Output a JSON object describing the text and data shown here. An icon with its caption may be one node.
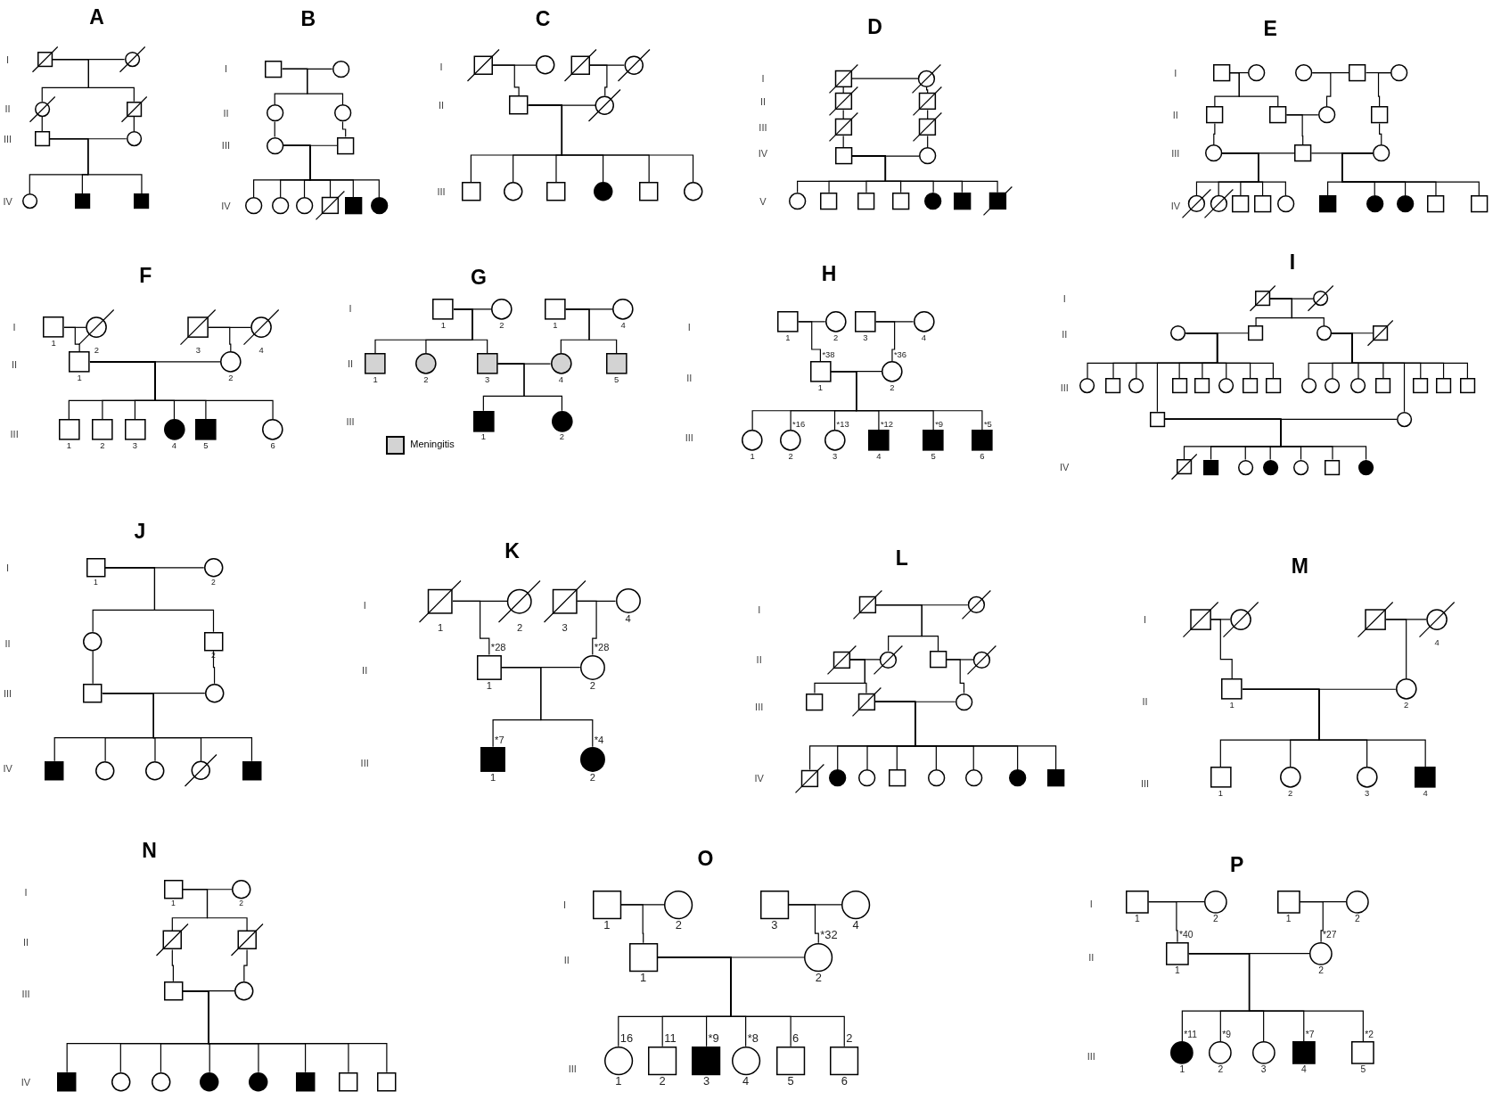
{
  "diagram": {
    "nodes": [
      {
        "text": [],
        "shape": "crossed-box"
      },
      {
        "text": [],
        "shape": "crossed-circle"
      },
      {
        "text": [],
        "shape": "crossed-circle"
      },
      {
        "text": [],
        "shape": "crossed-box"
      },
      {
        "text": [],
        "shape": "box"
      },
      {
        "text": [],
        "shape": "circle"
      },
      {
        "text": [],
        "shape": "circle"
      },
      {
        "text": [],
        "shape": "filled-box"
      },
      {
        "text": [],
        "shape": "filled-box"
      },
      {
        "text": [],
        "shape": "box"
      },
      {
        "text": [],
        "shape": "circle"
      },
      {
        "text": [],
        "shape": "circle"
      },
      {
        "text": [],
        "shape": "circle"
      },
      {
        "text": [],
        "shape": "circle"
      },
      {
        "text": [],
        "shape": "box"
      },
      {
        "text": [],
        "shape": "circle"
      },
      {
        "text": [],
        "shape": "circle"
      },
      {
        "text": [],
        "shape": "circle"
      },
      {
        "text": [],
        "shape": "crossed-box"
      },
      {
        "text": [],
        "shape": "filled-box"
      },
      {
        "text": [],
        "shape": "filled-circle"
      },
      {
        "text": [],
        "shape": "crossed-box"
      },
      {
        "text": [],
        "shape": "circle"
      },
      {
        "text": [],
        "shape": "crossed-box"
      },
      {
        "text": [],
        "shape": "crossed-circle"
      },
      {
        "text": [],
        "shape": "box"
      },
      {
        "text": [],
        "shape": "crossed-circle"
      },
      {
        "text": [],
        "shape": "box"
      },
      {
        "text": [],
        "shape": "circle"
      },
      {
        "text": [],
        "shape": "box"
      },
      {
        "text": [],
        "shape": "filled-circle"
      },
      {
        "text": [],
        "shape": "box"
      },
      {
        "text": [],
        "shape": "circle"
      },
      {
        "text": [],
        "shape": "crossed-box"
      },
      {
        "text": [],
        "shape": "crossed-circle"
      },
      {
        "text": [],
        "shape": "crossed-box"
      },
      {
        "text": [],
        "shape": "crossed-box"
      },
      {
        "text": [],
        "shape": "box"
      },
      {
        "text": [],
        "shape": "crossed-box"
      },
      {
        "text": [],
        "shape": "crossed-box"
      },
      {
        "text": [],
        "shape": "circle"
      },
      {
        "text": [],
        "shape": "circle"
      },
      {
        "text": [],
        "shape": "box"
      },
      {
        "text": [],
        "shape": "box"
      },
      {
        "text": [],
        "shape": "box"
      },
      {
        "text": [],
        "shape": "filled-circle"
      },
      {
        "text": [],
        "shape": "filled-box"
      },
      {
        "text": [],
        "shape": "filled-crossed-box"
      },
      {
        "text": [],
        "shape": "box"
      },
      {
        "text": [],
        "shape": "circle"
      },
      {
        "text": [],
        "shape": "circle"
      },
      {
        "text": [],
        "shape": "box"
      },
      {
        "text": [],
        "shape": "circle"
      },
      {
        "text": [],
        "shape": "box"
      },
      {
        "text": [],
        "shape": "box"
      },
      {
        "text": [],
        "shape": "circle"
      },
      {
        "text": [],
        "shape": "box"
      },
      {
        "text": [],
        "shape": "circle"
      },
      {
        "text": [],
        "shape": "box"
      },
      {
        "text": [],
        "shape": "circle"
      },
      {
        "text": [],
        "shape": "crossed-circle"
      },
      {
        "text": [],
        "shape": "crossed-circle"
      },
      {
        "text": [],
        "shape": "box"
      },
      {
        "text": [],
        "shape": "box"
      },
      {
        "text": [],
        "shape": "circle"
      },
      {
        "text": [],
        "shape": "filled-box"
      },
      {
        "text": [],
        "shape": "filled-circle"
      },
      {
        "text": [],
        "shape": "filled-circle"
      },
      {
        "text": [],
        "shape": "box"
      },
      {
        "text": [],
        "shape": "box"
      },
      {
        "text": [],
        "shape": "box",
        "beside": [
          "1"
        ]
      },
      {
        "text": [],
        "shape": "crossed-circle",
        "beside": [
          "2"
        ]
      },
      {
        "text": [],
        "shape": "crossed-box",
        "beside": [
          "3"
        ]
      },
      {
        "text": [],
        "shape": "crossed-circle",
        "beside": [
          "4"
        ]
      },
      {
        "text": [],
        "shape": "box",
        "beside": [
          "1"
        ]
      },
      {
        "text": [],
        "shape": "circle",
        "beside": [
          "2"
        ]
      },
      {
        "text": [],
        "shape": "box",
        "beside": [
          "1"
        ]
      },
      {
        "text": [],
        "shape": "box",
        "beside": [
          "2"
        ]
      },
      {
        "text": [],
        "shape": "box",
        "beside": [
          "3"
        ]
      },
      {
        "text": [],
        "shape": "filled-circle",
        "beside": [
          "4"
        ]
      },
      {
        "text": [],
        "shape": "filled-box",
        "beside": [
          "5"
        ]
      },
      {
        "text": [],
        "shape": "circle",
        "beside": [
          "6"
        ]
      },
      {
        "text": [],
        "shape": "box",
        "beside": [
          "1"
        ]
      },
      {
        "text": [],
        "shape": "circle",
        "beside": [
          "2"
        ]
      },
      {
        "text": [],
        "shape": "box",
        "beside": [
          "1"
        ]
      },
      {
        "text": [],
        "shape": "circle",
        "beside": [
          "4"
        ]
      },
      {
        "text": [],
        "shape": "shaded-box",
        "beside": [
          "1"
        ]
      },
      {
        "text": [],
        "shape": "shaded-circle",
        "beside": [
          "2"
        ]
      },
      {
        "text": [],
        "shape": "shaded-box",
        "beside": [
          "3"
        ]
      },
      {
        "text": [],
        "shape": "shaded-circle",
        "beside": [
          "4"
        ]
      },
      {
        "text": [],
        "shape": "shaded-box",
        "beside": [
          "5"
        ]
      },
      {
        "text": [],
        "shape": "filled-box",
        "beside": [
          "1"
        ]
      },
      {
        "text": [],
        "shape": "filled-circle",
        "beside": [
          "2"
        ]
      },
      {
        "text": [],
        "shape": "box",
        "beside": [
          "1"
        ]
      },
      {
        "text": [],
        "shape": "circle",
        "beside": [
          "2"
        ]
      },
      {
        "text": [],
        "shape": "box",
        "beside": [
          "3"
        ]
      },
      {
        "text": [],
        "shape": "circle",
        "beside": [
          "4"
        ]
      },
      {
        "text": [],
        "shape": "box",
        "beside": [
          "*38",
          "1"
        ]
      },
      {
        "text": [],
        "shape": "circle",
        "beside": [
          "*36",
          "2"
        ]
      },
      {
        "text": [],
        "shape": "circle",
        "beside": [
          "1"
        ]
      },
      {
        "text": [],
        "shape": "circle",
        "beside": [
          "*16",
          "2"
        ]
      },
      {
        "text": [],
        "shape": "circle",
        "beside": [
          "*13",
          "3"
        ]
      },
      {
        "text": [],
        "shape": "filled-box",
        "beside": [
          "*12",
          "4"
        ]
      },
      {
        "text": [],
        "shape": "filled-box",
        "beside": [
          "*9",
          "5"
        ]
      },
      {
        "text": [],
        "shape": "filled-box",
        "beside": [
          "*5",
          "6"
        ]
      },
      {
        "text": [],
        "shape": "crossed-box"
      },
      {
        "text": [],
        "shape": "crossed-circle"
      },
      {
        "text": [],
        "shape": "circle"
      },
      {
        "text": [],
        "shape": "box"
      },
      {
        "text": [],
        "shape": "circle"
      },
      {
        "text": [],
        "shape": "crossed-box"
      },
      {
        "text": [],
        "shape": "circle"
      },
      {
        "text": [],
        "shape": "box"
      },
      {
        "text": [],
        "shape": "circle"
      },
      {
        "text": [],
        "shape": "box"
      },
      {
        "text": [],
        "shape": "box"
      },
      {
        "text": [],
        "shape": "circle"
      },
      {
        "text": [],
        "shape": "box"
      },
      {
        "text": [],
        "shape": "box"
      },
      {
        "text": [],
        "shape": "circle"
      },
      {
        "text": [],
        "shape": "circle"
      },
      {
        "text": [],
        "shape": "circle"
      },
      {
        "text": [],
        "shape": "box"
      },
      {
        "text": [],
        "shape": "box"
      },
      {
        "text": [],
        "shape": "box"
      },
      {
        "text": [],
        "shape": "box"
      },
      {
        "text": [],
        "shape": "box"
      },
      {
        "text": [],
        "shape": "circle"
      },
      {
        "text": [],
        "shape": "crossed-box"
      },
      {
        "text": [],
        "shape": "filled-box"
      },
      {
        "text": [],
        "shape": "circle"
      },
      {
        "text": [],
        "shape": "filled-circle"
      },
      {
        "text": [],
        "shape": "circle"
      },
      {
        "text": [],
        "shape": "box"
      },
      {
        "text": [],
        "shape": "filled-circle"
      },
      {
        "text": [],
        "shape": "box",
        "beside": [
          "1"
        ]
      },
      {
        "text": [],
        "shape": "circle",
        "beside": [
          "2"
        ]
      },
      {
        "text": [],
        "shape": "circle"
      },
      {
        "text": [],
        "shape": "box",
        "beside": [
          "2"
        ]
      },
      {
        "text": [],
        "shape": "box"
      },
      {
        "text": [],
        "shape": "circle"
      },
      {
        "text": [],
        "shape": "filled-box"
      },
      {
        "text": [],
        "shape": "circle"
      },
      {
        "text": [],
        "shape": "circle"
      },
      {
        "text": [],
        "shape": "crossed-circle"
      },
      {
        "text": [],
        "shape": "filled-box"
      },
      {
        "text": [],
        "shape": "crossed-box",
        "beside": [
          "1"
        ]
      },
      {
        "text": [],
        "shape": "crossed-circle",
        "beside": [
          "2"
        ]
      },
      {
        "text": [],
        "shape": "crossed-box",
        "beside": [
          "3"
        ]
      },
      {
        "text": [],
        "shape": "circle",
        "beside": [
          "4"
        ]
      },
      {
        "text": [],
        "shape": "box",
        "beside": [
          "*28",
          "1"
        ]
      },
      {
        "text": [],
        "shape": "circle",
        "beside": [
          "*28",
          "2"
        ]
      },
      {
        "text": [],
        "shape": "filled-box",
        "beside": [
          "*7",
          "1"
        ]
      },
      {
        "text": [],
        "shape": "filled-circle",
        "beside": [
          "*4",
          "2"
        ]
      },
      {
        "text": [],
        "shape": "crossed-box"
      },
      {
        "text": [],
        "shape": "crossed-circle"
      },
      {
        "text": [],
        "shape": "crossed-box"
      },
      {
        "text": [],
        "shape": "crossed-circle"
      },
      {
        "text": [],
        "shape": "box"
      },
      {
        "text": [],
        "shape": "crossed-circle"
      },
      {
        "text": [],
        "shape": "box"
      },
      {
        "text": [],
        "shape": "crossed-box"
      },
      {
        "text": [],
        "shape": "circle"
      },
      {
        "text": [],
        "shape": "crossed-box"
      },
      {
        "text": [],
        "shape": "filled-circle"
      },
      {
        "text": [],
        "shape": "circle"
      },
      {
        "text": [],
        "shape": "box"
      },
      {
        "text": [],
        "shape": "circle"
      },
      {
        "text": [],
        "shape": "circle"
      },
      {
        "text": [],
        "shape": "filled-circle"
      },
      {
        "text": [],
        "shape": "filled-box"
      },
      {
        "text": [],
        "shape": "crossed-box"
      },
      {
        "text": [],
        "shape": "crossed-circle"
      },
      {
        "text": [],
        "shape": "crossed-box"
      },
      {
        "text": [],
        "shape": "crossed-circle",
        "beside": [
          "4"
        ]
      },
      {
        "text": [],
        "shape": "box",
        "beside": [
          "1"
        ]
      },
      {
        "text": [],
        "shape": "circle",
        "beside": [
          "2"
        ]
      },
      {
        "text": [],
        "shape": "box",
        "beside": [
          "1"
        ]
      },
      {
        "text": [],
        "shape": "circle",
        "beside": [
          "2"
        ]
      },
      {
        "text": [],
        "shape": "circle",
        "beside": [
          "3"
        ]
      },
      {
        "text": [],
        "shape": "filled-box",
        "beside": [
          "4"
        ]
      },
      {
        "text": [],
        "shape": "box",
        "beside": [
          "1"
        ]
      },
      {
        "text": [],
        "shape": "circle",
        "beside": [
          "2"
        ]
      },
      {
        "text": [],
        "shape": "crossed-box"
      },
      {
        "text": [],
        "shape": "crossed-box"
      },
      {
        "text": [],
        "shape": "box"
      },
      {
        "text": [],
        "shape": "circle"
      },
      {
        "text": [],
        "shape": "filled-box"
      },
      {
        "text": [],
        "shape": "circle"
      },
      {
        "text": [],
        "shape": "circle"
      },
      {
        "text": [],
        "shape": "filled-circle"
      },
      {
        "text": [],
        "shape": "filled-circle"
      },
      {
        "text": [],
        "shape": "filled-box"
      },
      {
        "text": [],
        "shape": "box"
      },
      {
        "text": [],
        "shape": "box"
      },
      {
        "text": [],
        "shape": "box",
        "beside": [
          "1"
        ]
      },
      {
        "text": [],
        "shape": "circle",
        "beside": [
          "2"
        ]
      },
      {
        "text": [],
        "shape": "box",
        "beside": [
          "3"
        ]
      },
      {
        "text": [],
        "shape": "circle",
        "beside": [
          "4"
        ]
      },
      {
        "text": [],
        "shape": "box",
        "beside": [
          "1"
        ]
      },
      {
        "text": [],
        "shape": "circle",
        "beside": [
          "*32",
          "2"
        ]
      },
      {
        "text": [],
        "shape": "circle",
        "beside": [
          "16",
          "1"
        ]
      },
      {
        "text": [],
        "shape": "box",
        "beside": [
          "11",
          "2"
        ]
      },
      {
        "text": [],
        "shape": "filled-box",
        "beside": [
          "*9",
          "3"
        ]
      },
      {
        "text": [],
        "shape": "circle",
        "beside": [
          "*8",
          "4"
        ]
      },
      {
        "text": [],
        "shape": "box",
        "beside": [
          "6",
          "5"
        ]
      },
      {
        "text": [],
        "shape": "box",
        "beside": [
          "2",
          "6"
        ]
      },
      {
        "text": [],
        "shape": "box",
        "beside": [
          "1"
        ]
      },
      {
        "text": [],
        "shape": "circle",
        "beside": [
          "2"
        ]
      },
      {
        "text": [],
        "shape": "box",
        "beside": [
          "1"
        ]
      },
      {
        "text": [],
        "shape": "circle",
        "beside": [
          "2"
        ]
      },
      {
        "text": [],
        "shape": "box",
        "beside": [
          "*40",
          "1"
        ]
      },
      {
        "text": [],
        "shape": "circle",
        "beside": [
          "*27",
          "2"
        ]
      },
      {
        "text": [],
        "shape": "filled-circle",
        "beside": [
          "*11",
          "1"
        ]
      },
      {
        "text": [],
        "shape": "circle",
        "beside": [
          "*9",
          "2"
        ]
      },
      {
        "text": [],
        "shape": "circle",
        "beside": [
          "3"
        ]
      },
      {
        "text": [],
        "shape": "filled-box",
        "beside": [
          "*7",
          "4"
        ]
      },
      {
        "text": [],
        "shape": "box",
        "beside": [
          "*2",
          "5"
        ]
      }
    ],
    "edges": [
      {
        "from": 0,
        "to": 1,
        "arrow": "none"
      },
      {
        "from": 0,
        "to": 2,
        "arrow": "none"
      },
      {
        "from": 0,
        "to": 3,
        "arrow": "none"
      },
      {
        "from": 2,
        "to": 4,
        "arrow": "none"
      },
      {
        "from": 3,
        "to": 5,
        "arrow": "none"
      },
      {
        "from": 4,
        "to": 5,
        "arrow": "none"
      },
      {
        "from": 4,
        "to": 6,
        "arrow": "none"
      },
      {
        "from": 4,
        "to": 7,
        "arrow": "none"
      },
      {
        "from": 4,
        "to": 8,
        "arrow": "none"
      },
      {
        "from": 9,
        "to": 10,
        "arrow": "none"
      },
      {
        "from": 9,
        "to": 11,
        "arrow": "none"
      },
      {
        "from": 9,
        "to": 12,
        "arrow": "none"
      },
      {
        "from": 11,
        "to": 13,
        "arrow": "none"
      },
      {
        "from": 12,
        "to": 14,
        "arrow": "none"
      },
      {
        "from": 13,
        "to": 14,
        "arrow": "none"
      },
      {
        "from": 13,
        "to": 15,
        "arrow": "none"
      },
      {
        "from": 13,
        "to": 16,
        "arrow": "none"
      },
      {
        "from": 13,
        "to": 17,
        "arrow": "none"
      },
      {
        "from": 13,
        "to": 18,
        "arrow": "none"
      },
      {
        "from": 13,
        "to": 19,
        "arrow": "none"
      },
      {
        "from": 13,
        "to": 20,
        "arrow": "none"
      },
      {
        "from": 21,
        "to": 22,
        "arrow": "none"
      },
      {
        "from": 23,
        "to": 24,
        "arrow": "none"
      },
      {
        "from": 21,
        "to": 25,
        "arrow": "none"
      },
      {
        "from": 23,
        "to": 26,
        "arrow": "none"
      },
      {
        "from": 25,
        "to": 26,
        "arrow": "none"
      },
      {
        "from": 25,
        "to": 27,
        "arrow": "none"
      },
      {
        "from": 25,
        "to": 28,
        "arrow": "none"
      },
      {
        "from": 25,
        "to": 29,
        "arrow": "none"
      },
      {
        "from": 25,
        "to": 30,
        "arrow": "none"
      },
      {
        "from": 25,
        "to": 31,
        "arrow": "none"
      },
      {
        "from": 25,
        "to": 32,
        "arrow": "none"
      },
      {
        "from": 33,
        "to": 34,
        "arrow": "none"
      },
      {
        "from": 33,
        "to": 35,
        "arrow": "none"
      },
      {
        "from": 35,
        "to": 36,
        "arrow": "none"
      },
      {
        "from": 36,
        "to": 37,
        "arrow": "none"
      },
      {
        "from": 34,
        "to": 38,
        "arrow": "none"
      },
      {
        "from": 38,
        "to": 39,
        "arrow": "none"
      },
      {
        "from": 39,
        "to": 40,
        "arrow": "none"
      },
      {
        "from": 37,
        "to": 40,
        "arrow": "none"
      },
      {
        "from": 37,
        "to": 41,
        "arrow": "none"
      },
      {
        "from": 37,
        "to": 42,
        "arrow": "none"
      },
      {
        "from": 37,
        "to": 43,
        "arrow": "none"
      },
      {
        "from": 37,
        "to": 44,
        "arrow": "none"
      },
      {
        "from": 37,
        "to": 45,
        "arrow": "none"
      },
      {
        "from": 37,
        "to": 46,
        "arrow": "none"
      },
      {
        "from": 37,
        "to": 47,
        "arrow": "none"
      },
      {
        "from": 48,
        "to": 49,
        "arrow": "none"
      },
      {
        "from": 50,
        "to": 51,
        "arrow": "none"
      },
      {
        "from": 51,
        "to": 52,
        "arrow": "none"
      },
      {
        "from": 48,
        "to": 53,
        "arrow": "none"
      },
      {
        "from": 48,
        "to": 54,
        "arrow": "none"
      },
      {
        "from": 50,
        "to": 55,
        "arrow": "none"
      },
      {
        "from": 52,
        "to": 56,
        "arrow": "none"
      },
      {
        "from": 54,
        "to": 55,
        "arrow": "none"
      },
      {
        "from": 54,
        "to": 58,
        "arrow": "none"
      },
      {
        "from": 53,
        "to": 57,
        "arrow": "none"
      },
      {
        "from": 56,
        "to": 59,
        "arrow": "none"
      },
      {
        "from": 57,
        "to": 58,
        "arrow": "none"
      },
      {
        "from": 58,
        "to": 59,
        "arrow": "none"
      },
      {
        "from": 57,
        "to": 60,
        "arrow": "none"
      },
      {
        "from": 57,
        "to": 61,
        "arrow": "none"
      },
      {
        "from": 57,
        "to": 62,
        "arrow": "none"
      },
      {
        "from": 57,
        "to": 63,
        "arrow": "none"
      },
      {
        "from": 57,
        "to": 64,
        "arrow": "none"
      },
      {
        "from": 59,
        "to": 65,
        "arrow": "none"
      },
      {
        "from": 59,
        "to": 66,
        "arrow": "none"
      },
      {
        "from": 59,
        "to": 67,
        "arrow": "none"
      },
      {
        "from": 59,
        "to": 68,
        "arrow": "none"
      },
      {
        "from": 59,
        "to": 69,
        "arrow": "none"
      },
      {
        "from": 70,
        "to": 71,
        "arrow": "none"
      },
      {
        "from": 72,
        "to": 73,
        "arrow": "none"
      },
      {
        "from": 70,
        "to": 74,
        "arrow": "none"
      },
      {
        "from": 72,
        "to": 75,
        "arrow": "none"
      },
      {
        "from": 74,
        "to": 75,
        "arrow": "none"
      },
      {
        "from": 74,
        "to": 76,
        "arrow": "none"
      },
      {
        "from": 74,
        "to": 77,
        "arrow": "none"
      },
      {
        "from": 74,
        "to": 78,
        "arrow": "none"
      },
      {
        "from": 74,
        "to": 79,
        "arrow": "none"
      },
      {
        "from": 74,
        "to": 80,
        "arrow": "none"
      },
      {
        "from": 74,
        "to": 81,
        "arrow": "none"
      },
      {
        "from": 82,
        "to": 83,
        "arrow": "none"
      },
      {
        "from": 84,
        "to": 85,
        "arrow": "none"
      },
      {
        "from": 82,
        "to": 86,
        "arrow": "none"
      },
      {
        "from": 82,
        "to": 87,
        "arrow": "none"
      },
      {
        "from": 82,
        "to": 88,
        "arrow": "none"
      },
      {
        "from": 84,
        "to": 89,
        "arrow": "none"
      },
      {
        "from": 84,
        "to": 90,
        "arrow": "none"
      },
      {
        "from": 88,
        "to": 89,
        "arrow": "none"
      },
      {
        "from": 88,
        "to": 91,
        "arrow": "none"
      },
      {
        "from": 88,
        "to": 92,
        "arrow": "none"
      },
      {
        "from": 93,
        "to": 94,
        "arrow": "none"
      },
      {
        "from": 95,
        "to": 96,
        "arrow": "none"
      },
      {
        "from": 93,
        "to": 97,
        "arrow": "none"
      },
      {
        "from": 95,
        "to": 98,
        "arrow": "none"
      },
      {
        "from": 97,
        "to": 98,
        "arrow": "none"
      },
      {
        "from": 97,
        "to": 99,
        "arrow": "none"
      },
      {
        "from": 97,
        "to": 100,
        "arrow": "none"
      },
      {
        "from": 97,
        "to": 101,
        "arrow": "none"
      },
      {
        "from": 97,
        "to": 102,
        "arrow": "none"
      },
      {
        "from": 97,
        "to": 103,
        "arrow": "none"
      },
      {
        "from": 97,
        "to": 104,
        "arrow": "none"
      },
      {
        "from": 105,
        "to": 106,
        "arrow": "none"
      },
      {
        "from": 105,
        "to": 108,
        "arrow": "none"
      },
      {
        "from": 105,
        "to": 109,
        "arrow": "none"
      },
      {
        "from": 107,
        "to": 108,
        "arrow": "none"
      },
      {
        "from": 109,
        "to": 110,
        "arrow": "none"
      },
      {
        "from": 107,
        "to": 111,
        "arrow": "none"
      },
      {
        "from": 107,
        "to": 112,
        "arrow": "none"
      },
      {
        "from": 107,
        "to": 113,
        "arrow": "none"
      },
      {
        "from": 107,
        "to": 114,
        "arrow": "none"
      },
      {
        "from": 107,
        "to": 115,
        "arrow": "none"
      },
      {
        "from": 107,
        "to": 116,
        "arrow": "none"
      },
      {
        "from": 107,
        "to": 117,
        "arrow": "none"
      },
      {
        "from": 107,
        "to": 118,
        "arrow": "none"
      },
      {
        "from": 107,
        "to": 126,
        "arrow": "none"
      },
      {
        "from": 109,
        "to": 119,
        "arrow": "none"
      },
      {
        "from": 109,
        "to": 120,
        "arrow": "none"
      },
      {
        "from": 109,
        "to": 121,
        "arrow": "none"
      },
      {
        "from": 109,
        "to": 122,
        "arrow": "none"
      },
      {
        "from": 109,
        "to": 123,
        "arrow": "none"
      },
      {
        "from": 109,
        "to": 124,
        "arrow": "none"
      },
      {
        "from": 109,
        "to": 125,
        "arrow": "none"
      },
      {
        "from": 109,
        "to": 127,
        "arrow": "none"
      },
      {
        "from": 126,
        "to": 127,
        "arrow": "none"
      },
      {
        "from": 126,
        "to": 128,
        "arrow": "none"
      },
      {
        "from": 126,
        "to": 129,
        "arrow": "none"
      },
      {
        "from": 126,
        "to": 130,
        "arrow": "none"
      },
      {
        "from": 126,
        "to": 131,
        "arrow": "none"
      },
      {
        "from": 126,
        "to": 132,
        "arrow": "none"
      },
      {
        "from": 126,
        "to": 133,
        "arrow": "none"
      },
      {
        "from": 126,
        "to": 134,
        "arrow": "none"
      },
      {
        "from": 135,
        "to": 136,
        "arrow": "none"
      },
      {
        "from": 135,
        "to": 137,
        "arrow": "none"
      },
      {
        "from": 135,
        "to": 138,
        "arrow": "none"
      },
      {
        "from": 137,
        "to": 139,
        "arrow": "none"
      },
      {
        "from": 138,
        "to": 140,
        "arrow": "none"
      },
      {
        "from": 139,
        "to": 140,
        "arrow": "none"
      },
      {
        "from": 139,
        "to": 141,
        "arrow": "none"
      },
      {
        "from": 139,
        "to": 142,
        "arrow": "none"
      },
      {
        "from": 139,
        "to": 143,
        "arrow": "none"
      },
      {
        "from": 139,
        "to": 144,
        "arrow": "none"
      },
      {
        "from": 139,
        "to": 145,
        "arrow": "none"
      },
      {
        "from": 146,
        "to": 147,
        "arrow": "none"
      },
      {
        "from": 148,
        "to": 149,
        "arrow": "none"
      },
      {
        "from": 146,
        "to": 150,
        "arrow": "none"
      },
      {
        "from": 148,
        "to": 151,
        "arrow": "none"
      },
      {
        "from": 150,
        "to": 151,
        "arrow": "none"
      },
      {
        "from": 150,
        "to": 152,
        "arrow": "none"
      },
      {
        "from": 150,
        "to": 153,
        "arrow": "none"
      },
      {
        "from": 154,
        "to": 155,
        "arrow": "none"
      },
      {
        "from": 154,
        "to": 157,
        "arrow": "none"
      },
      {
        "from": 154,
        "to": 158,
        "arrow": "none"
      },
      {
        "from": 156,
        "to": 157,
        "arrow": "none"
      },
      {
        "from": 158,
        "to": 159,
        "arrow": "none"
      },
      {
        "from": 156,
        "to": 160,
        "arrow": "none"
      },
      {
        "from": 156,
        "to": 161,
        "arrow": "none"
      },
      {
        "from": 158,
        "to": 162,
        "arrow": "none"
      },
      {
        "from": 161,
        "to": 162,
        "arrow": "none"
      },
      {
        "from": 161,
        "to": 163,
        "arrow": "none"
      },
      {
        "from": 161,
        "to": 164,
        "arrow": "none"
      },
      {
        "from": 161,
        "to": 165,
        "arrow": "none"
      },
      {
        "from": 161,
        "to": 166,
        "arrow": "none"
      },
      {
        "from": 161,
        "to": 167,
        "arrow": "none"
      },
      {
        "from": 161,
        "to": 168,
        "arrow": "none"
      },
      {
        "from": 161,
        "to": 169,
        "arrow": "none"
      },
      {
        "from": 161,
        "to": 170,
        "arrow": "none"
      },
      {
        "from": 171,
        "to": 172,
        "arrow": "none"
      },
      {
        "from": 173,
        "to": 174,
        "arrow": "none"
      },
      {
        "from": 171,
        "to": 175,
        "arrow": "none"
      },
      {
        "from": 173,
        "to": 176,
        "arrow": "none"
      },
      {
        "from": 175,
        "to": 176,
        "arrow": "none"
      },
      {
        "from": 175,
        "to": 177,
        "arrow": "none"
      },
      {
        "from": 175,
        "to": 178,
        "arrow": "none"
      },
      {
        "from": 175,
        "to": 179,
        "arrow": "none"
      },
      {
        "from": 175,
        "to": 180,
        "arrow": "none"
      },
      {
        "from": 181,
        "to": 182,
        "arrow": "none"
      },
      {
        "from": 181,
        "to": 183,
        "arrow": "none"
      },
      {
        "from": 181,
        "to": 184,
        "arrow": "none"
      },
      {
        "from": 183,
        "to": 185,
        "arrow": "none"
      },
      {
        "from": 184,
        "to": 186,
        "arrow": "none"
      },
      {
        "from": 185,
        "to": 186,
        "arrow": "none"
      },
      {
        "from": 185,
        "to": 187,
        "arrow": "none"
      },
      {
        "from": 185,
        "to": 188,
        "arrow": "none"
      },
      {
        "from": 185,
        "to": 189,
        "arrow": "none"
      },
      {
        "from": 185,
        "to": 190,
        "arrow": "none"
      },
      {
        "from": 185,
        "to": 191,
        "arrow": "none"
      },
      {
        "from": 185,
        "to": 192,
        "arrow": "none"
      },
      {
        "from": 185,
        "to": 193,
        "arrow": "none"
      },
      {
        "from": 185,
        "to": 194,
        "arrow": "none"
      },
      {
        "from": 195,
        "to": 196,
        "arrow": "none"
      },
      {
        "from": 197,
        "to": 198,
        "arrow": "none"
      },
      {
        "from": 195,
        "to": 199,
        "arrow": "none"
      },
      {
        "from": 197,
        "to": 200,
        "arrow": "none"
      },
      {
        "from": 199,
        "to": 200,
        "arrow": "none"
      },
      {
        "from": 199,
        "to": 201,
        "arrow": "none"
      },
      {
        "from": 199,
        "to": 202,
        "arrow": "none"
      },
      {
        "from": 199,
        "to": 203,
        "arrow": "none"
      },
      {
        "from": 199,
        "to": 204,
        "arrow": "none"
      },
      {
        "from": 199,
        "to": 205,
        "arrow": "none"
      },
      {
        "from": 199,
        "to": 206,
        "arrow": "none"
      },
      {
        "from": 207,
        "to": 208,
        "arrow": "none"
      },
      {
        "from": 209,
        "to": 210,
        "arrow": "none"
      },
      {
        "from": 207,
        "to": 211,
        "arrow": "none"
      },
      {
        "from": 209,
        "to": 212,
        "arrow": "none"
      },
      {
        "from": 211,
        "to": 212,
        "arrow": "none"
      },
      {
        "from": 211,
        "to": 213,
        "arrow": "none"
      },
      {
        "from": 211,
        "to": 214,
        "arrow": "none"
      },
      {
        "from": 211,
        "to": 215,
        "arrow": "none"
      },
      {
        "from": 211,
        "to": 216,
        "arrow": "none"
      },
      {
        "from": 211,
        "to": 217,
        "arrow": "none"
      }
    ],
    "labels": [
      "A",
      "I",
      "II",
      "III",
      "IV",
      "B",
      "I",
      "II",
      "III",
      "IV",
      "C",
      "I",
      "II",
      "III",
      "D",
      "I",
      "II",
      "III",
      "IV",
      "V",
      "E",
      "I",
      "II",
      "III",
      "IV",
      "F",
      "I",
      "II",
      "III",
      "G",
      "I",
      "II",
      "III",
      "H",
      "I",
      "II",
      "III",
      "I",
      "I",
      "II",
      "III",
      "IV",
      "J",
      "I",
      "II",
      "III",
      "IV",
      "K",
      "I",
      "II",
      "III",
      "L",
      "I",
      "II",
      "III",
      "IV",
      "M",
      "I",
      "II",
      "III",
      "N",
      "I",
      "II",
      "III",
      "IV",
      "O",
      "I",
      "II",
      "III",
      "P",
      "I",
      "II",
      "III"
    ],
    "legend": [
      {
        "text": "Meningitis",
        "color": "#d3d3d3"
      }
    ]
  }
}
